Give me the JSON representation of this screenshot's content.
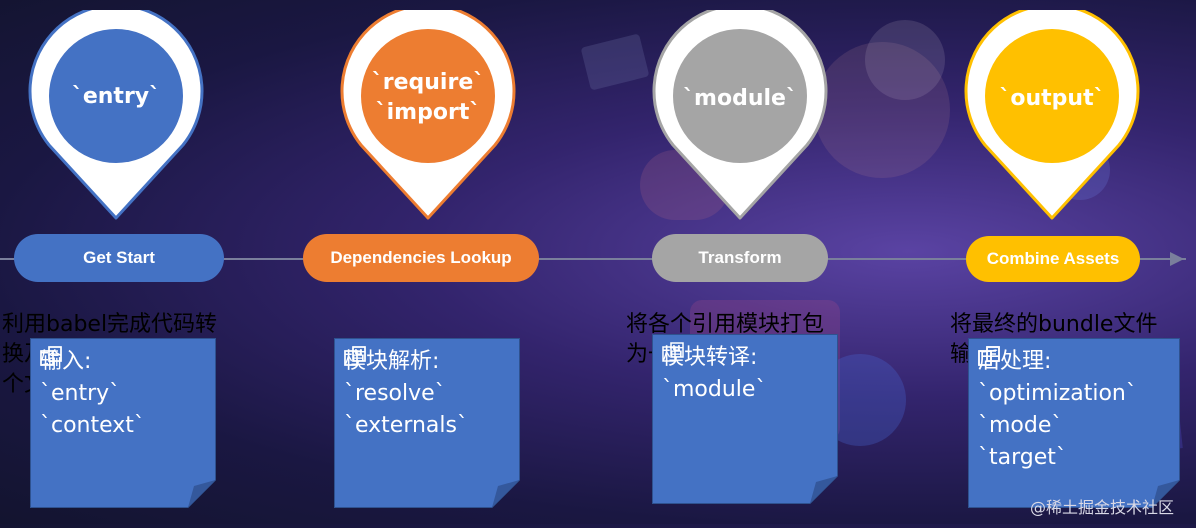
{
  "colors": {
    "entry": "#4472c4",
    "require": "#ed7d31",
    "module": "#a5a5a5",
    "output": "#ffc000",
    "note": "#4472c4",
    "note_fold": "#34589c"
  },
  "pins": [
    {
      "lines": [
        "`entry`"
      ]
    },
    {
      "lines": [
        "`require`",
        "`import`"
      ]
    },
    {
      "lines": [
        "`module`"
      ]
    },
    {
      "lines": [
        "`output`"
      ]
    }
  ],
  "stages": [
    "Get Start",
    "Dependencies Lookup",
    "Transform",
    "Combine Assets"
  ],
  "descriptions": [
    "利用babel完成代码转换及解析，并生成单个文件",
    "",
    "将各个引用模块打包为一个或多个函数",
    "将最终的bundle文件输出"
  ],
  "notes": [
    {
      "title": "输入:",
      "items": [
        "`entry`",
        "`context`"
      ]
    },
    {
      "title": "模块解析:",
      "items": [
        "`resolve`",
        "`externals`"
      ]
    },
    {
      "title": "模块转译:",
      "items": [
        "`module`"
      ]
    },
    {
      "title": "后处理:",
      "items": [
        "`optimization`",
        "`mode`",
        "`target`"
      ]
    }
  ],
  "icons": {
    "note_item": "document-icon"
  },
  "watermark": "@稀土掘金技术社区"
}
